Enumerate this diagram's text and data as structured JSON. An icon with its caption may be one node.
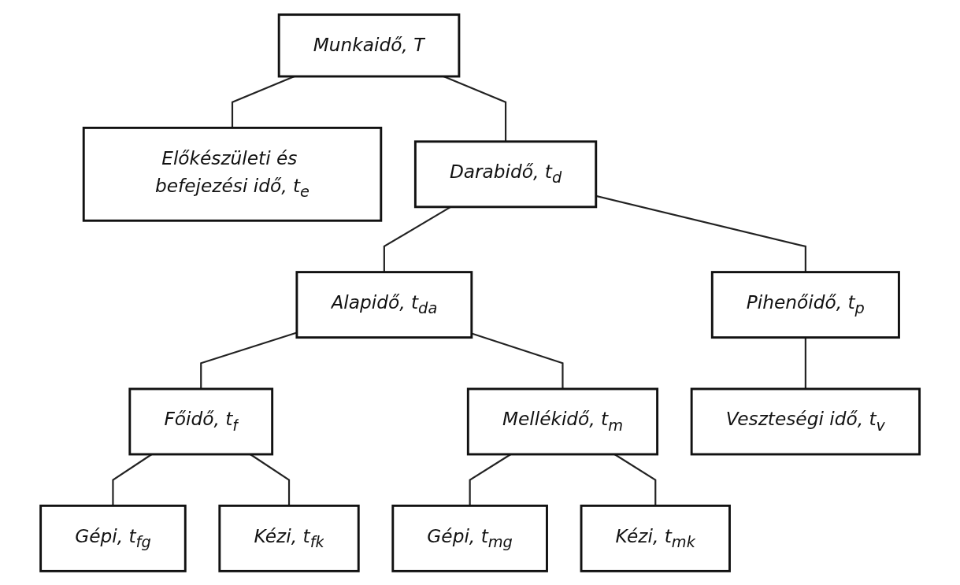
{
  "diagram": {
    "nodes": [
      {
        "text": [
          "Munkaidő, T"
        ]
      },
      {
        "text": [
          "Előkészületi és befejezési idő, t$_{e}$"
        ]
      },
      {
        "text": [
          "Darabidő, t$_{d}$"
        ]
      },
      {
        "text": [
          "Alapidő, t$_{da}$"
        ]
      },
      {
        "text": [
          "Pihenőidő, t$_{p}$"
        ]
      },
      {
        "text": [
          "Főidő, t$_{f}$"
        ]
      },
      {
        "text": [
          "Mellékidő, t$_{m}$"
        ]
      },
      {
        "text": [
          "Veszteségi idő, t$_{v}$"
        ]
      },
      {
        "text": [
          "Gépi, t$_{fg}$"
        ]
      },
      {
        "text": [
          "Kézi, t$_{fk}$"
        ]
      },
      {
        "text": [
          "Gépi, t$_{mg}$"
        ]
      },
      {
        "text": [
          "Kézi, t$_{mk}$"
        ]
      }
    ],
    "edges": [
      {
        "from": 0,
        "to": 1,
        "arrow": "none"
      },
      {
        "from": 0,
        "to": 2,
        "arrow": "none"
      },
      {
        "from": 2,
        "to": 3,
        "arrow": "none"
      },
      {
        "from": 2,
        "to": 4,
        "arrow": "none"
      },
      {
        "from": 3,
        "to": 5,
        "arrow": "none"
      },
      {
        "from": 3,
        "to": 6,
        "arrow": "none"
      },
      {
        "from": 4,
        "to": 7,
        "arrow": "none"
      },
      {
        "from": 5,
        "to": 8,
        "arrow": "none"
      },
      {
        "from": 5,
        "to": 9,
        "arrow": "none"
      },
      {
        "from": 6,
        "to": 10,
        "arrow": "none"
      },
      {
        "from": 6,
        "to": 11,
        "arrow": "none"
      }
    ]
  }
}
